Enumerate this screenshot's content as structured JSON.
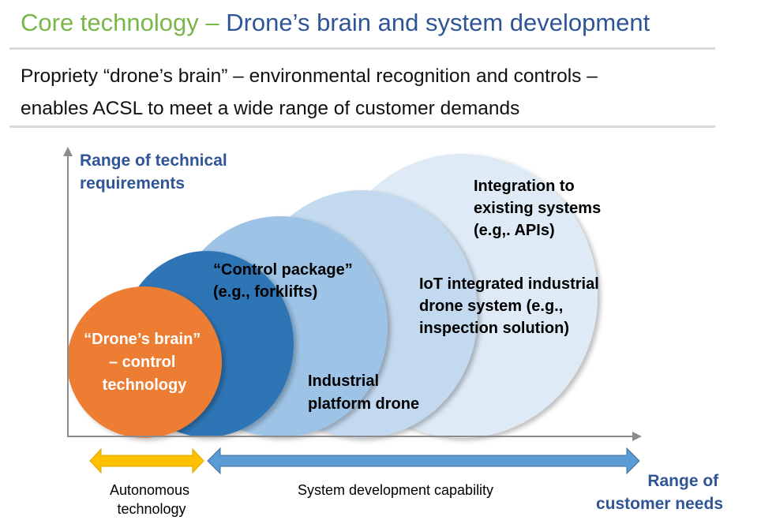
{
  "title": {
    "part1": "Core technology – ",
    "part2": "Drone’s brain and system development"
  },
  "subtitle": {
    "line1": "Propriety “drone’s brain” – environmental recognition and controls –",
    "line2": "enables ACSL to meet a wide range of customer demands"
  },
  "diagram": {
    "y_axis_label": [
      "Range of technical",
      "requirements"
    ],
    "x_axis_label": [
      "Range of",
      "customer needs"
    ],
    "circles": [
      {
        "id": "integration",
        "lines": [
          "Integration to",
          "existing systems",
          "(e.g,. APIs)"
        ],
        "color": "#deebf7"
      },
      {
        "id": "iot",
        "lines": [
          "IoT integrated industrial",
          "drone system (e.g.,",
          "inspection solution)"
        ],
        "color": "#c2d9ef"
      },
      {
        "id": "platform",
        "lines": [
          "Industrial",
          "platform drone"
        ],
        "color": "#9dc3e6"
      },
      {
        "id": "control-package",
        "lines": [
          "“Control package”",
          "(e.g., forklifts)"
        ],
        "color": "#2e75b6"
      },
      {
        "id": "drones-brain",
        "lines": [
          "“Drone’s brain”",
          "– control",
          "technology"
        ],
        "color": "#ed7d31"
      }
    ],
    "arrows": {
      "autonomous": {
        "lines": [
          "Autonomous",
          "technology"
        ],
        "color": "#ffc000"
      },
      "system_dev": {
        "label": "System development capability",
        "color": "#5b9bd5"
      }
    }
  }
}
